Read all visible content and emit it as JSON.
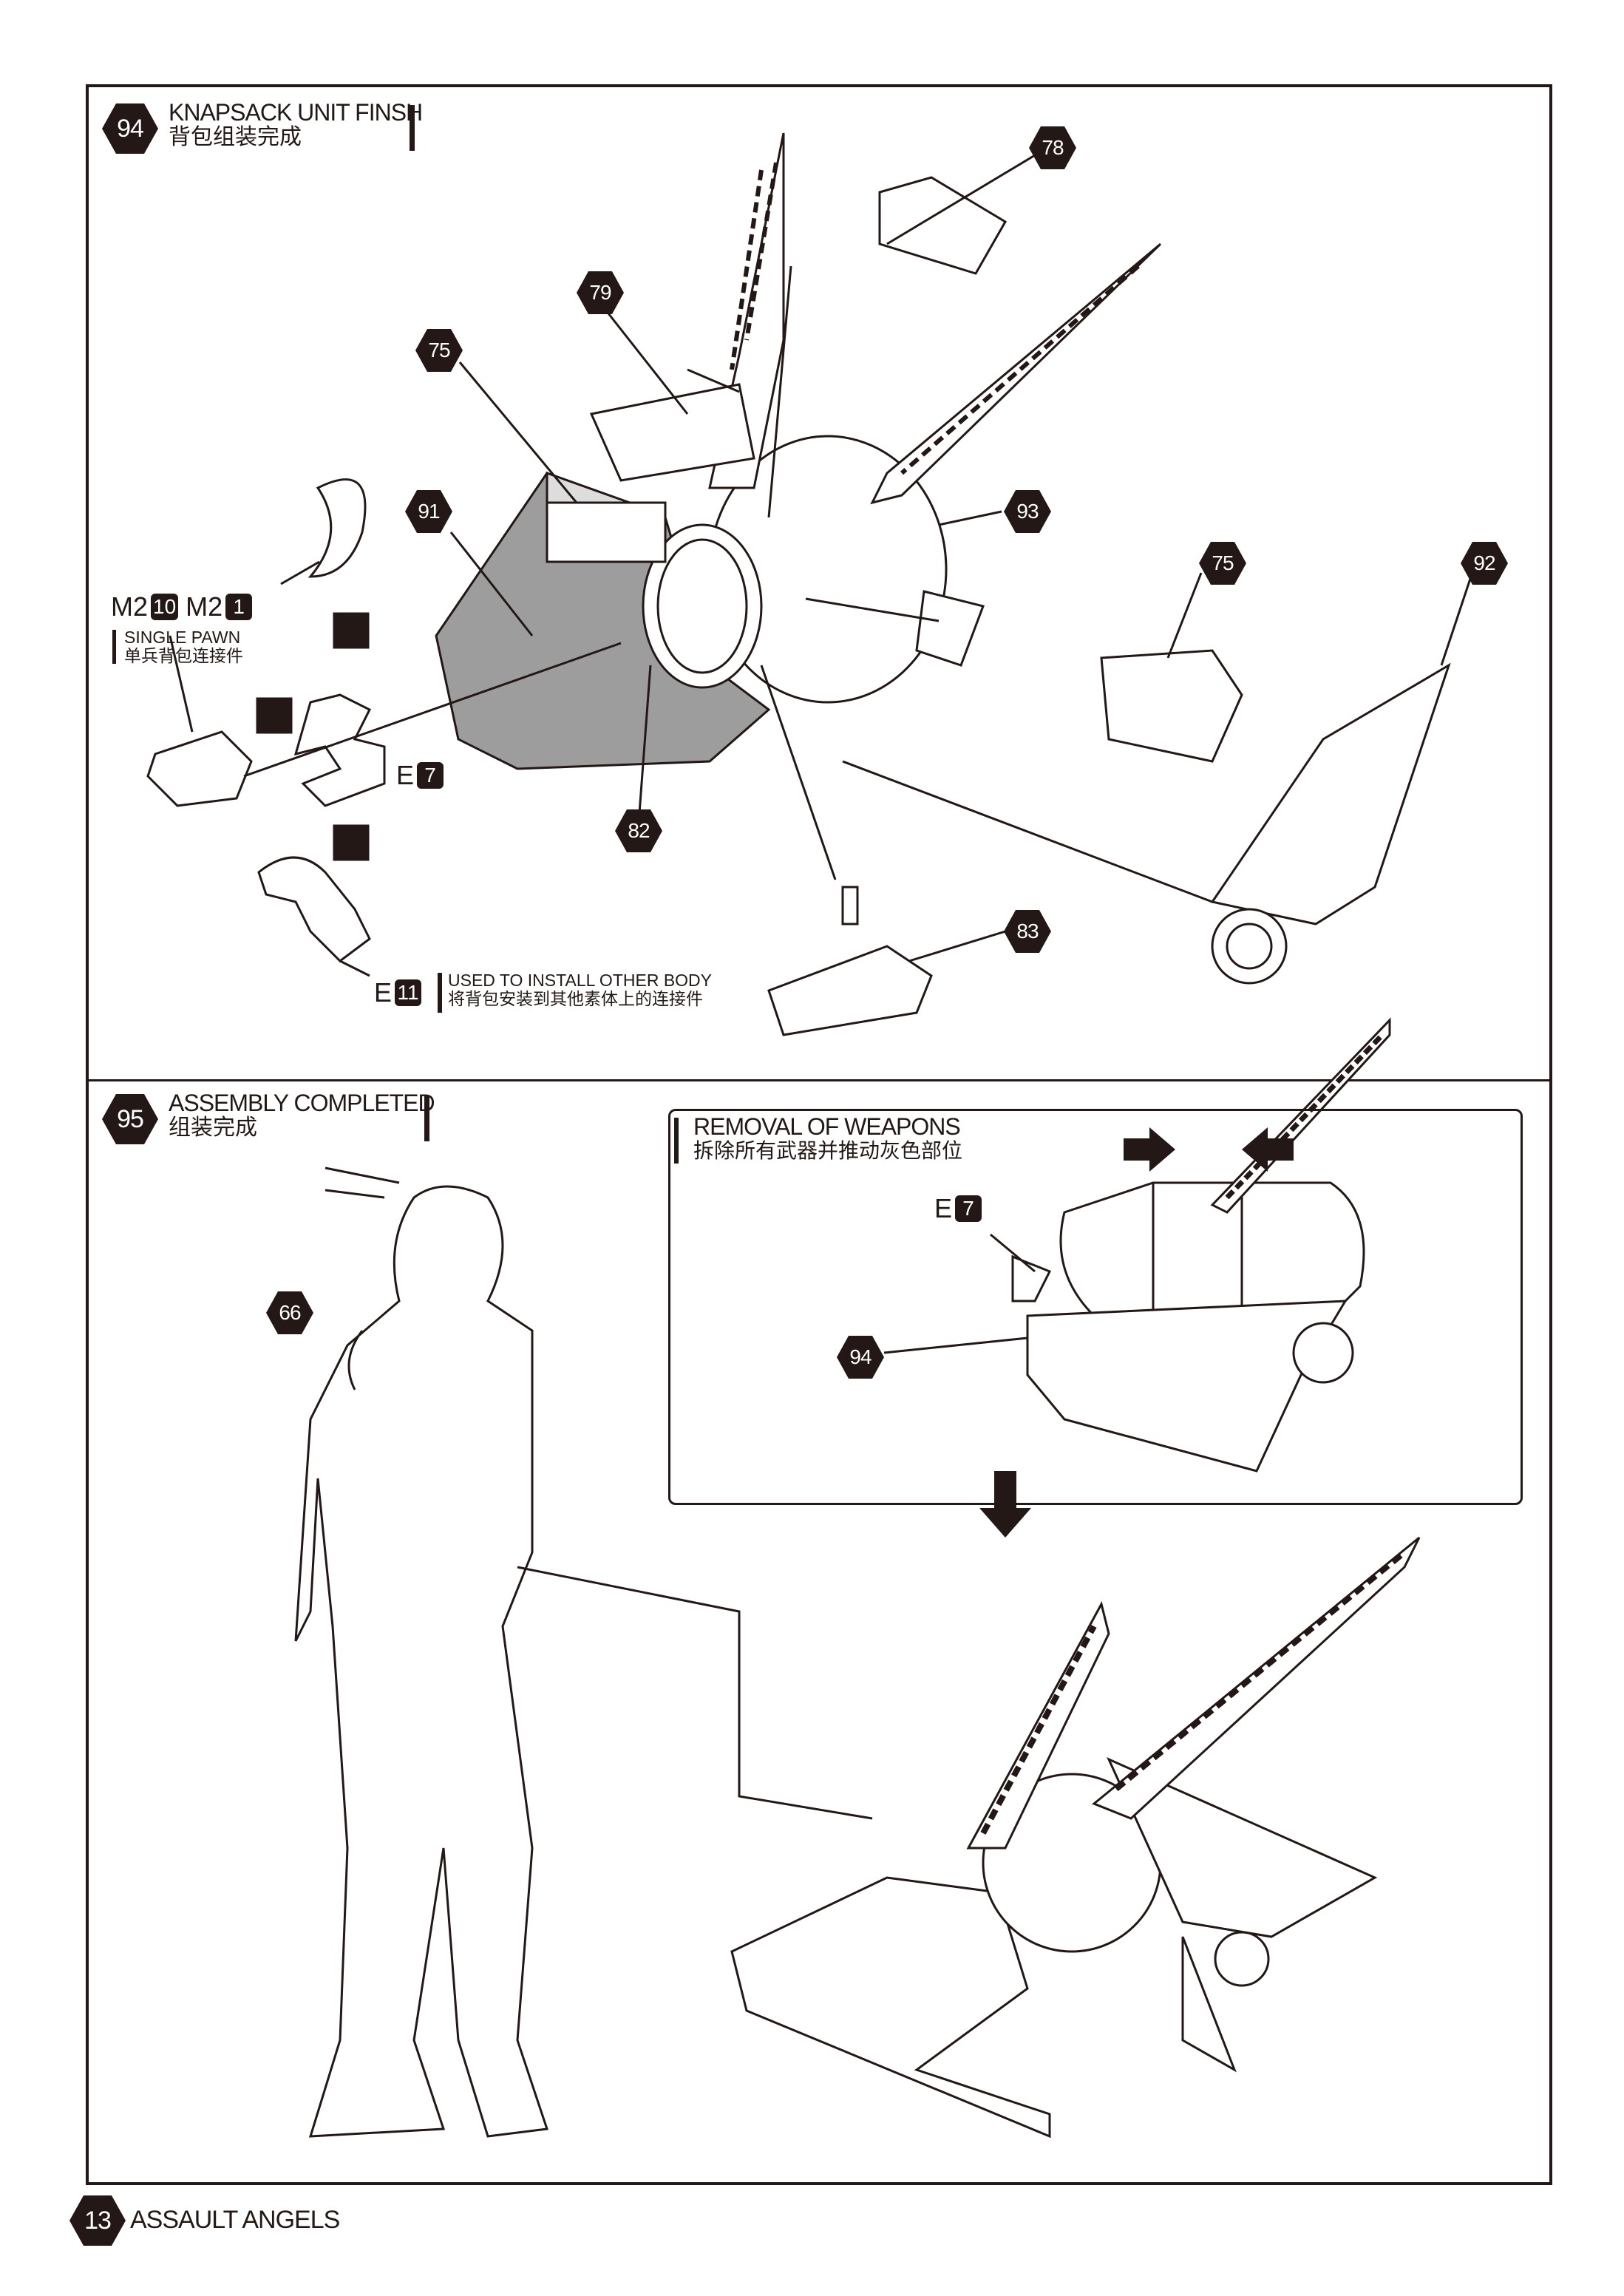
{
  "page_number": "13",
  "footer_title": "ASSAULT ANGELS",
  "step94": {
    "number": "94",
    "title_en": "KNAPSACK UNIT FINSH",
    "title_zh": "背包组装完成",
    "parts": [
      "78",
      "79",
      "75",
      "91",
      "93",
      "75",
      "92",
      "82",
      "83"
    ],
    "hardware": {
      "m2_a": "M2",
      "m2_a_qty": "10",
      "m2_b": "M2",
      "m2_b_qty": "1"
    },
    "single_pawn_en": "SINGLE PAWN",
    "single_pawn_zh": "单兵背包连接件",
    "e7_letter": "E",
    "e7_num": "7",
    "e11_letter": "E",
    "e11_num": "11",
    "other_body_en": "USED TO INSTALL OTHER BODY",
    "other_body_zh": "将背包安装到其他素体上的连接件"
  },
  "step95": {
    "number": "95",
    "title_en": "ASSEMBLY COMPLETED",
    "title_zh": "组装完成",
    "part_66": "66",
    "removal": {
      "title_en": "REMOVAL OF WEAPONS",
      "title_zh": "拆除所有武器并推动灰色部位",
      "e_letter": "E",
      "e_num": "7",
      "part_94": "94"
    }
  },
  "colors": {
    "ink": "#231815",
    "gray_part": "#9d9d9d"
  }
}
